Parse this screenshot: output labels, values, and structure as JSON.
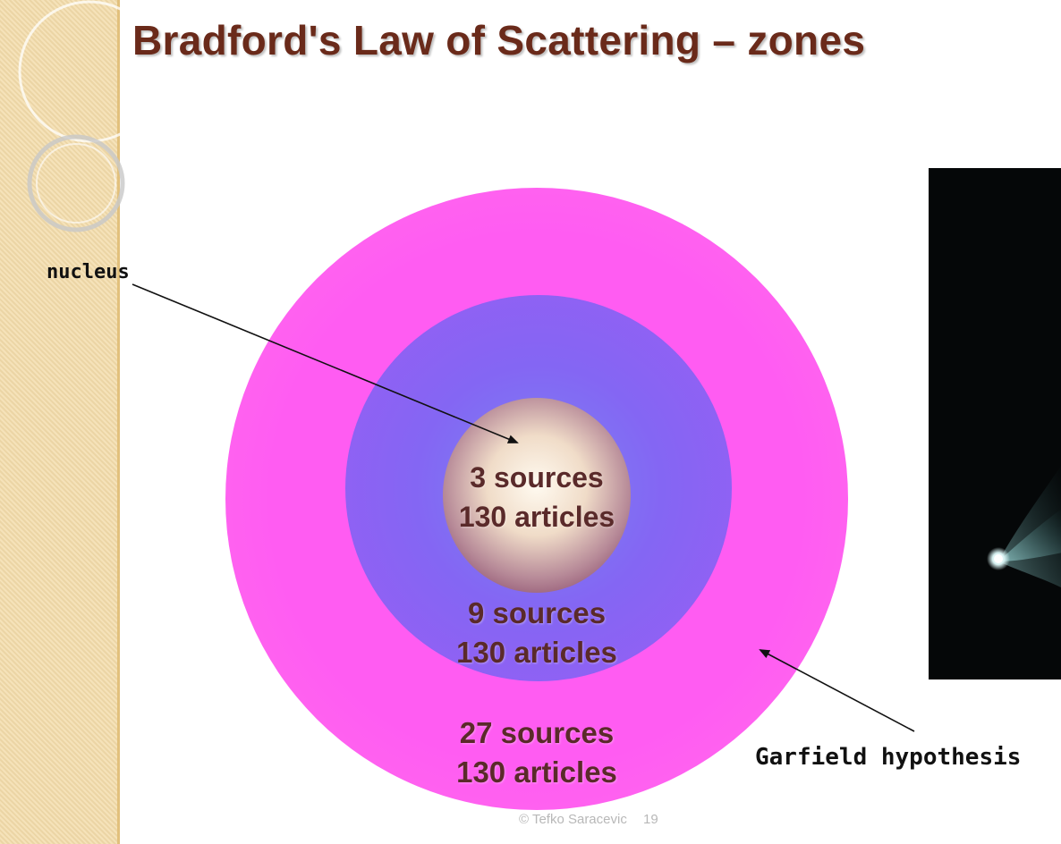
{
  "slide": {
    "title": "Bradford's Law of Scattering – zones",
    "footer": "© Tefko Saracevic",
    "page_number": "19"
  },
  "zones": [
    {
      "sources": "3 sources",
      "articles": "130 articles"
    },
    {
      "sources": "9 sources",
      "articles": "130 articles"
    },
    {
      "sources": "27 sources",
      "articles": "130 articles"
    }
  ],
  "callouts": {
    "nucleus": "nucleus",
    "garfield": "Garfield hypothesis"
  },
  "colors": {
    "title": "#6a2a1a",
    "outer_zone": "#ff5cf2",
    "middle_zone": "#8466f3",
    "nucleus_edge": "#6d2350",
    "sidebar": "#f3dcaa"
  },
  "images": {
    "right_photo": "comet-photo"
  }
}
